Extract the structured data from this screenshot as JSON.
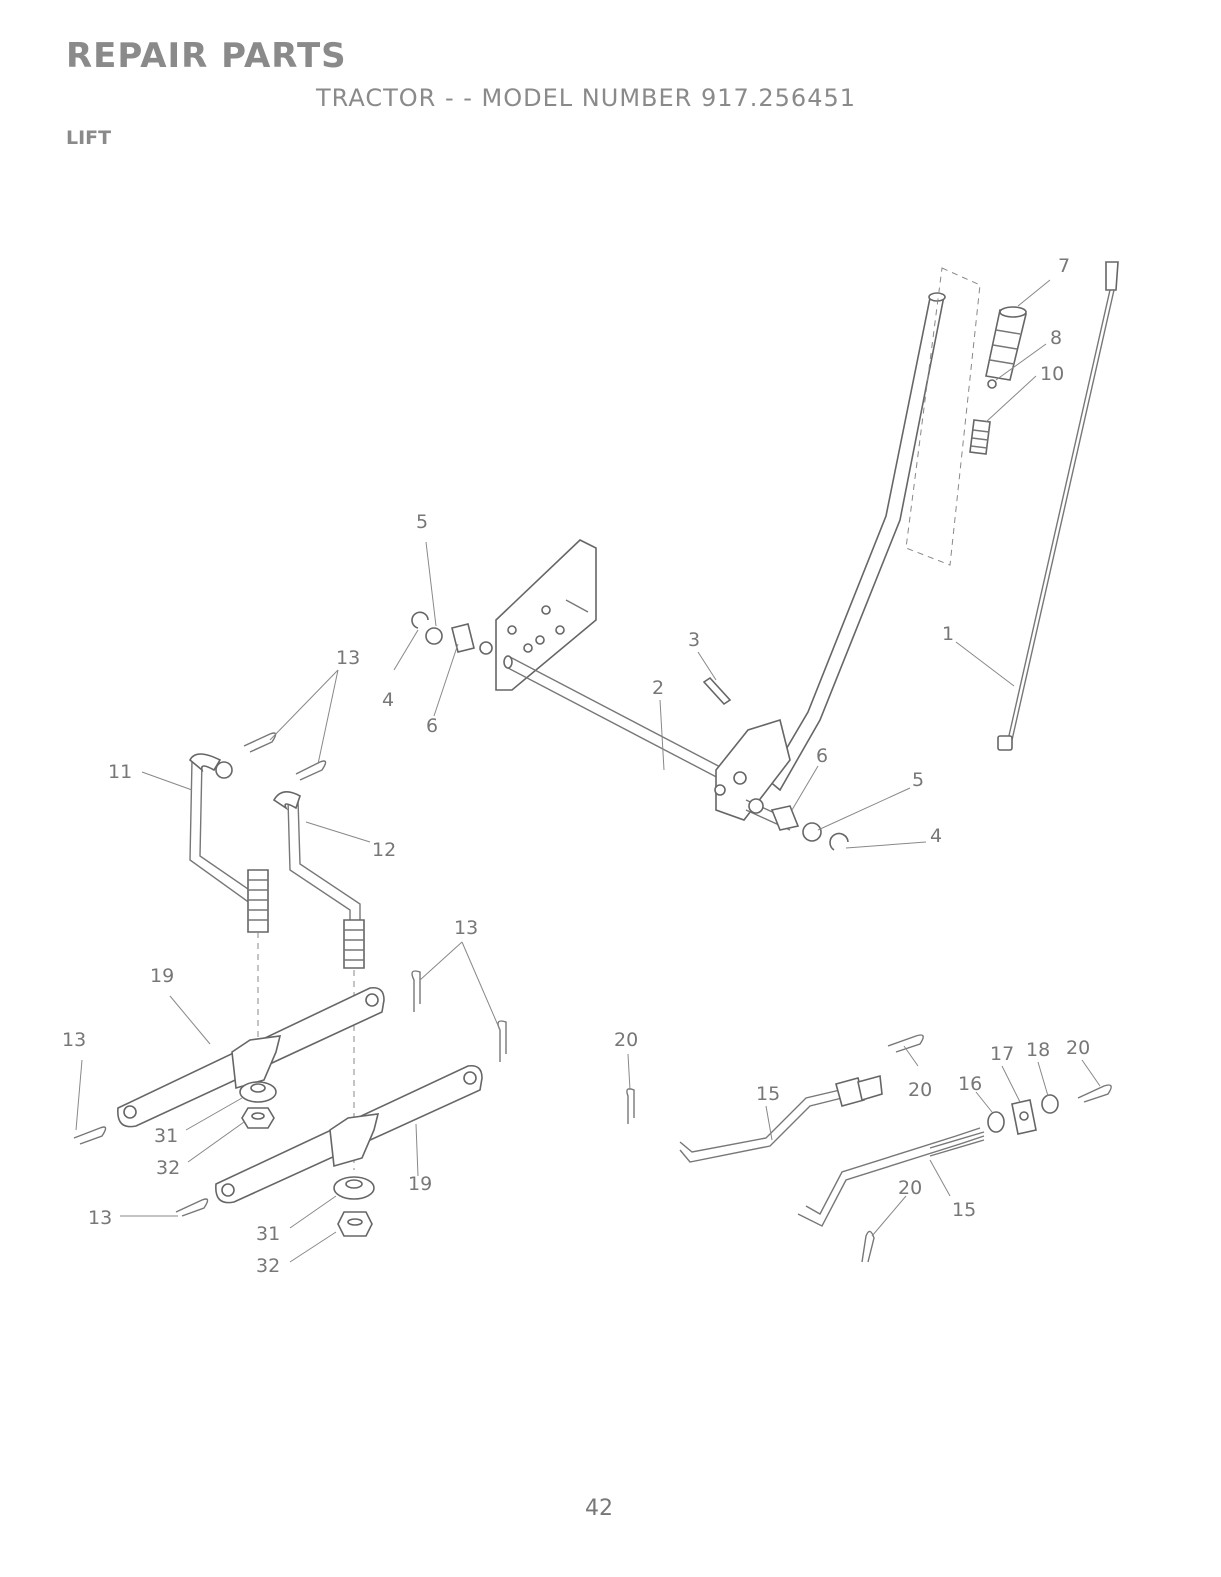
{
  "header": {
    "title": "REPAIR PARTS",
    "subtitle": "TRACTOR - - MODEL NUMBER 917.256451",
    "section": "LIFT"
  },
  "callouts": [
    {
      "id": "c7",
      "text": "7"
    },
    {
      "id": "c8",
      "text": "8"
    },
    {
      "id": "c10",
      "text": "10"
    },
    {
      "id": "c5a",
      "text": "5"
    },
    {
      "id": "c13a",
      "text": "13"
    },
    {
      "id": "c4a",
      "text": "4"
    },
    {
      "id": "c6a",
      "text": "6"
    },
    {
      "id": "c3",
      "text": "3"
    },
    {
      "id": "c2",
      "text": "2"
    },
    {
      "id": "c1",
      "text": "1"
    },
    {
      "id": "c11",
      "text": "11"
    },
    {
      "id": "c12",
      "text": "12"
    },
    {
      "id": "c6b",
      "text": "6"
    },
    {
      "id": "c5b",
      "text": "5"
    },
    {
      "id": "c4b",
      "text": "4"
    },
    {
      "id": "c13b",
      "text": "13"
    },
    {
      "id": "c19a",
      "text": "19"
    },
    {
      "id": "c13c",
      "text": "13"
    },
    {
      "id": "c31a",
      "text": "31"
    },
    {
      "id": "c32a",
      "text": "32"
    },
    {
      "id": "c19b",
      "text": "19"
    },
    {
      "id": "c13d",
      "text": "13"
    },
    {
      "id": "c31b",
      "text": "31"
    },
    {
      "id": "c32b",
      "text": "32"
    },
    {
      "id": "c20a",
      "text": "20"
    },
    {
      "id": "c15a",
      "text": "15"
    },
    {
      "id": "c20b",
      "text": "20"
    },
    {
      "id": "c16",
      "text": "16"
    },
    {
      "id": "c17",
      "text": "17"
    },
    {
      "id": "c18",
      "text": "18"
    },
    {
      "id": "c20c",
      "text": "20"
    },
    {
      "id": "c20d",
      "text": "20"
    },
    {
      "id": "c15b",
      "text": "15"
    }
  ],
  "footer": {
    "page_number": "42"
  }
}
